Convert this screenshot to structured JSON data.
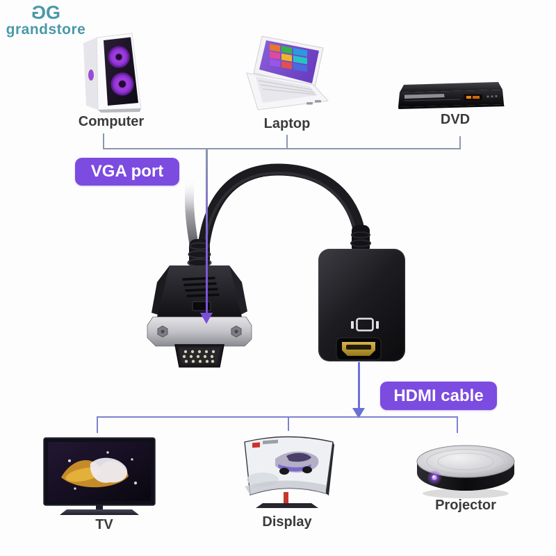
{
  "brand": {
    "monogram_left": "G",
    "monogram_right": "G",
    "name": "grandstore"
  },
  "source_devices": [
    {
      "label": "Computer"
    },
    {
      "label": "Laptop"
    },
    {
      "label": "DVD"
    }
  ],
  "output_devices": [
    {
      "label": "TV"
    },
    {
      "label": "Display"
    },
    {
      "label": "Projector"
    }
  ],
  "callouts": {
    "vga": "VGA port",
    "hdmi": "HDMI cable"
  },
  "colors": {
    "brand_teal": "#4a98a8",
    "callout_purple": "#7c4be0",
    "top_bracket_gray_blue": "#8a97ab",
    "bottom_bracket_blue_purple": "#7d82cc",
    "vga_arrow_purple": "#7a4fd8",
    "hdmi_arrow_blue": "#6b70d6",
    "label_text": "#3b3b3b"
  }
}
